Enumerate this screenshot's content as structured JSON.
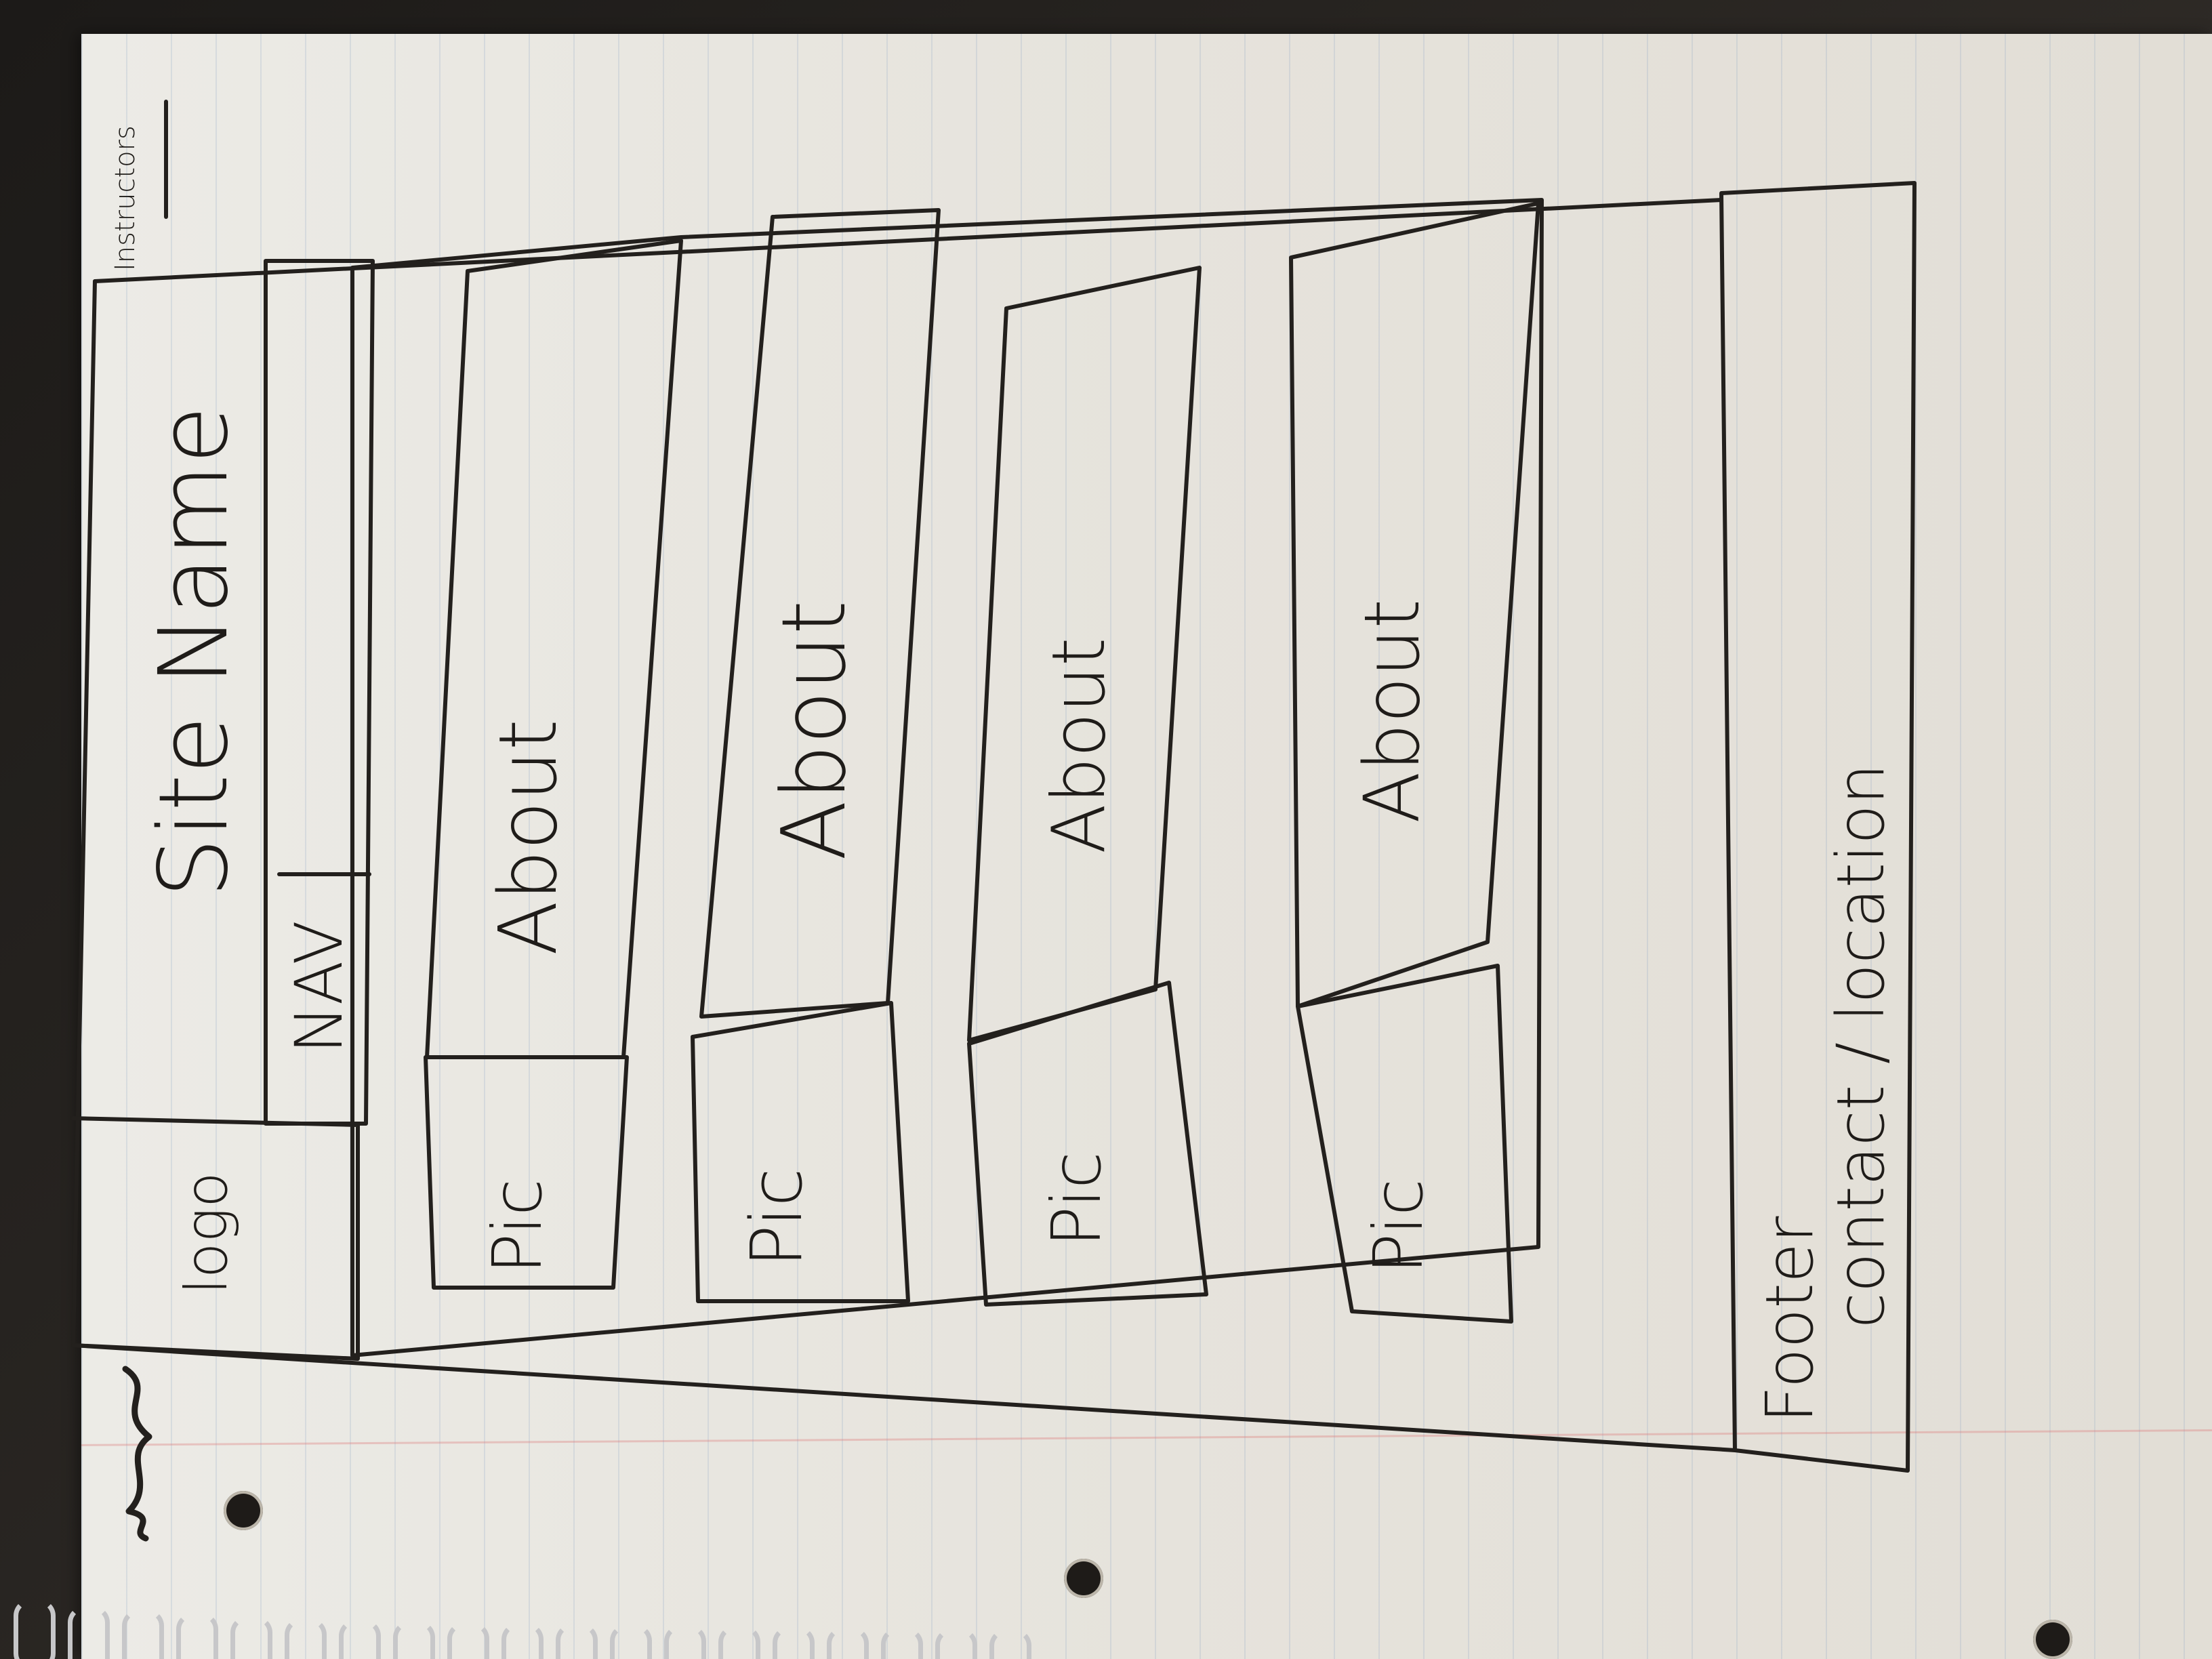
{
  "sketch": {
    "top_note": "Instructors",
    "header": {
      "site_name": "Site Name",
      "logo": "logo",
      "nav": "NAV"
    },
    "content_rows": [
      {
        "pic": "Pic",
        "about": "About"
      },
      {
        "pic": "Pic",
        "about": "About"
      },
      {
        "pic": "Pic",
        "about": "About"
      },
      {
        "pic": "Pic",
        "about": "About"
      }
    ],
    "footer": {
      "label": "Footer",
      "content": "contact / location"
    }
  },
  "colors": {
    "ink": "#23201d",
    "paper": "#e9e6df"
  }
}
